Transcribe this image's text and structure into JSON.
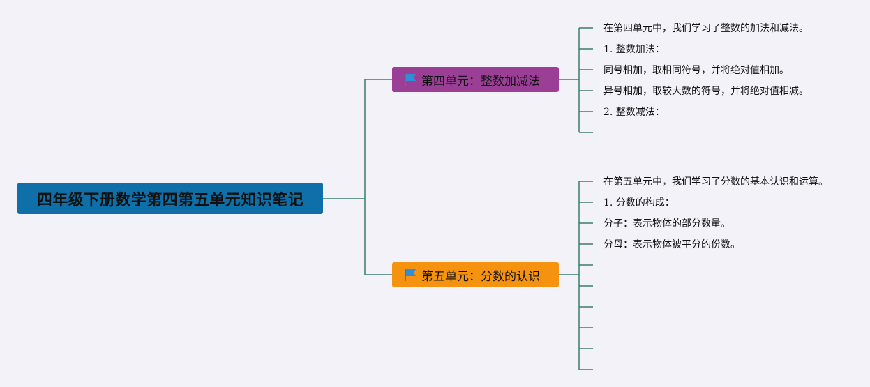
{
  "root": {
    "title": "四年级下册数学第四第五单元知识笔记"
  },
  "branches": [
    {
      "title": "第四单元：整数加减法",
      "color": "#9b3f96",
      "flag_icon": "blue-flag-icon",
      "leaves": [
        "在第四单元中，我们学习了整数的加法和减法。",
        "1. 整数加法：",
        "同号相加，取相同符号，并将绝对值相加。",
        "异号相加，取较大数的符号，并将绝对值相减。",
        "2. 整数减法：",
        ""
      ]
    },
    {
      "title": "第五单元：分数的认识",
      "color": "#f5920f",
      "flag_icon": "blue-flag-icon",
      "leaves": [
        "在第五单元中，我们学习了分数的基本认识和运算。",
        "1. 分数的构成：",
        "分子：表示物体的部分数量。",
        "分母：表示物体被平分的份数。",
        "",
        "",
        "",
        "",
        "",
        ""
      ]
    }
  ]
}
